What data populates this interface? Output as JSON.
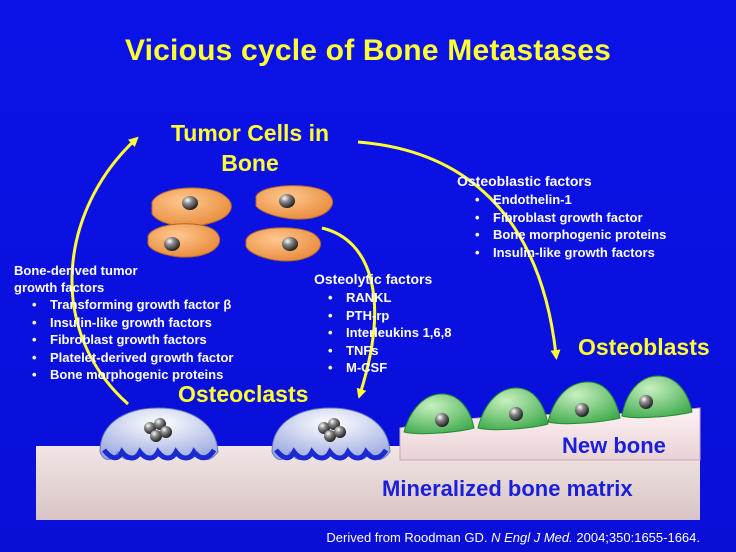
{
  "title": "Vicious cycle of Bone Metastases",
  "tumor_cells": {
    "line1": "Tumor Cells in",
    "line2": "Bone"
  },
  "osteoblastic": {
    "title": "Osteoblastic factors",
    "items": [
      "Endothelin-1",
      "Fibroblast growth factor",
      "Bone morphogenic proteins",
      "Insulin-like growth factors"
    ]
  },
  "bone_derived": {
    "title_line1": "Bone-derived tumor",
    "title_line2": "growth factors",
    "items": [
      "Transforming growth factor β",
      "Insulin-like growth factors",
      "Fibroblast growth factors",
      "Platelet-derived growth factor",
      "Bone morphogenic proteins"
    ]
  },
  "osteolytic": {
    "title": "Osteolytic factors",
    "items": [
      "RANKL",
      "PTH-rp",
      "Interleukins 1,6,8",
      "TNFs",
      "M-CSF"
    ]
  },
  "labels": {
    "osteoclasts": "Osteoclasts",
    "osteoblasts": "Osteoblasts",
    "new_bone": "New bone",
    "mineralized": "Mineralized bone matrix"
  },
  "citation": {
    "prefix": "Derived from Roodman GD. ",
    "journal": "N Engl J Med.",
    "suffix": " 2004;350:1655-1664."
  },
  "colors": {
    "background": "#0a10e0",
    "heading": "#ffff33",
    "cell_fill": "#f0a050",
    "osteoclast_fill": "#c8d0f0",
    "osteoblast_fill": "#70c870",
    "bone_fill": "#e8d8d8"
  }
}
